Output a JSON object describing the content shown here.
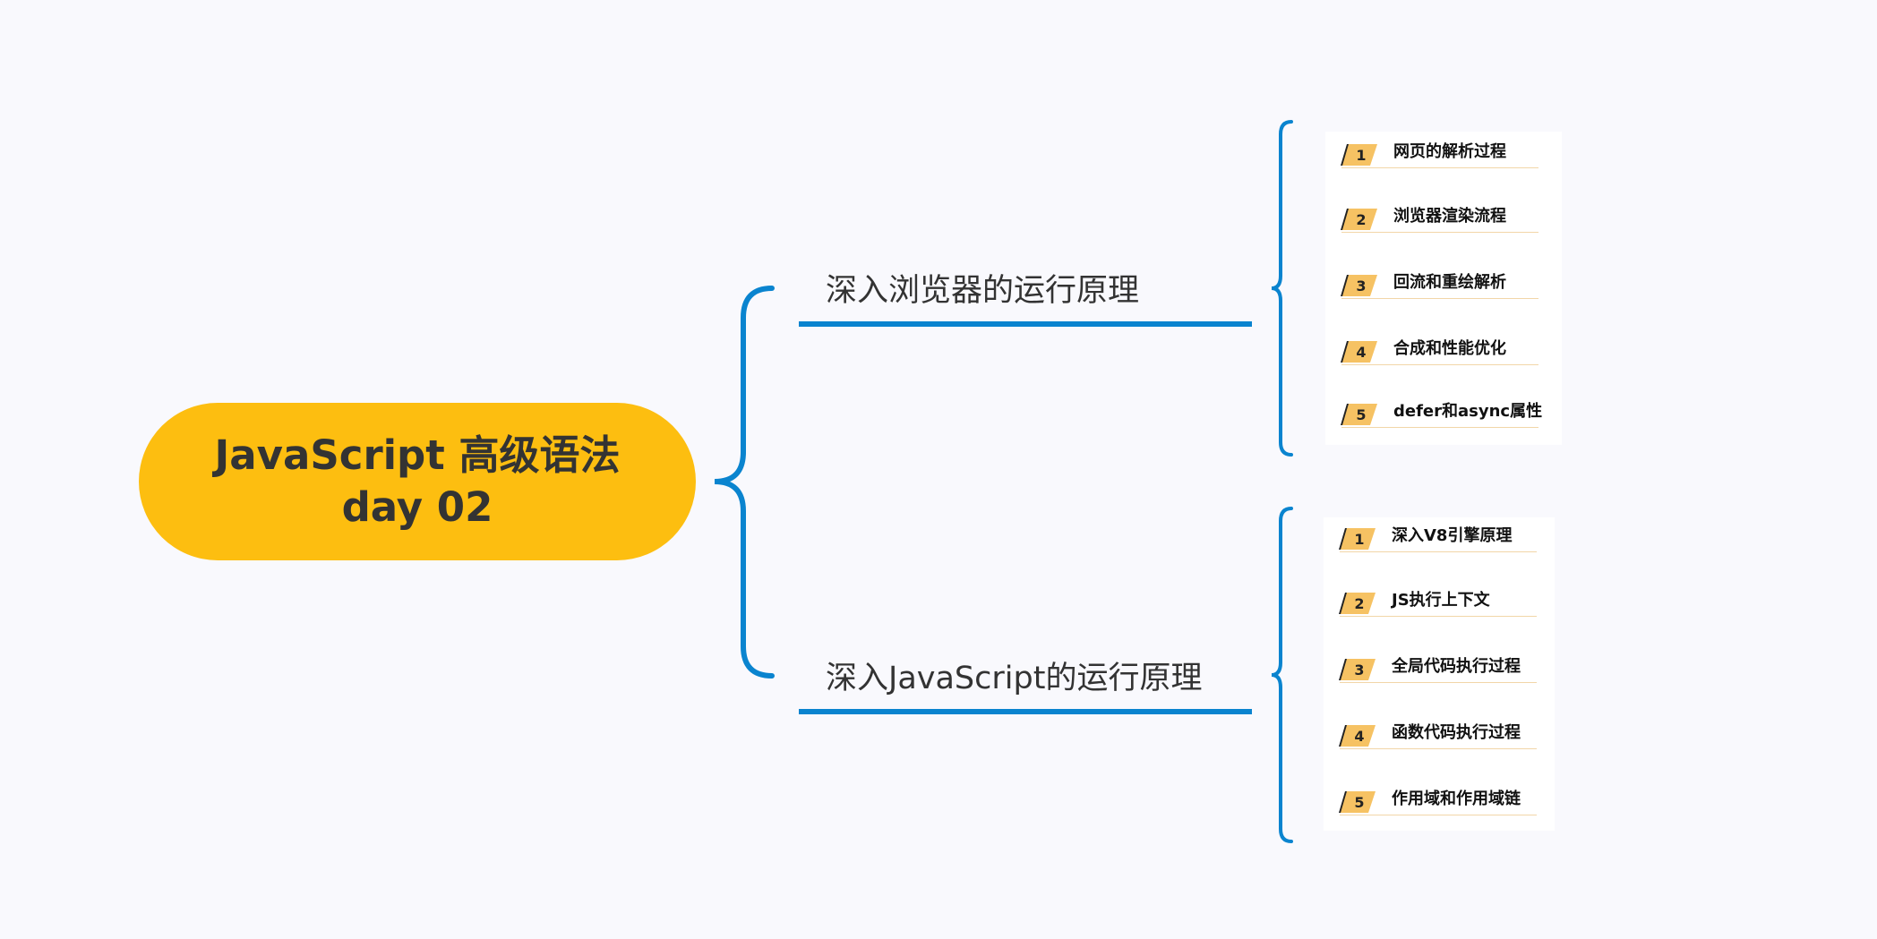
{
  "colors": {
    "background": "#f9f9fd",
    "root_fill": "#fdbe10",
    "connector": "#0a84cf",
    "badge_fill": "#f6c263",
    "text": "#333333"
  },
  "root": {
    "line1": "JavaScript 高级语法",
    "line2": "day 02"
  },
  "branches": [
    {
      "title": "深入浏览器的运行原理",
      "items": [
        {
          "num": "1",
          "label": "网页的解析过程"
        },
        {
          "num": "2",
          "label": "浏览器渲染流程"
        },
        {
          "num": "3",
          "label": "回流和重绘解析"
        },
        {
          "num": "4",
          "label": "合成和性能优化"
        },
        {
          "num": "5",
          "label": "defer和async属性"
        }
      ]
    },
    {
      "title": "深入JavaScript的运行原理",
      "items": [
        {
          "num": "1",
          "label": "深入V8引擎原理"
        },
        {
          "num": "2",
          "label": "JS执行上下文"
        },
        {
          "num": "3",
          "label": "全局代码执行过程"
        },
        {
          "num": "4",
          "label": "函数代码执行过程"
        },
        {
          "num": "5",
          "label": "作用域和作用域链"
        }
      ]
    }
  ]
}
